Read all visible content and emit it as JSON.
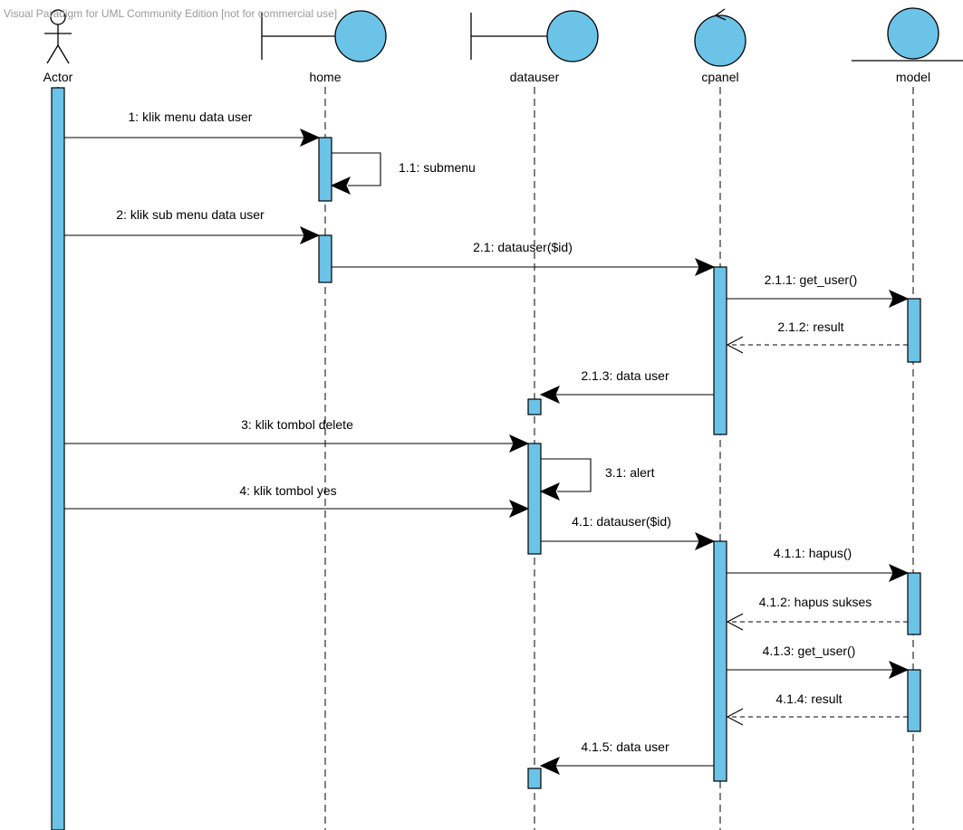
{
  "watermark": "Visual Paradigm for UML Community Edition [not for commercial use]",
  "colors": {
    "activation": "#6cc3e8",
    "line": "#000000",
    "watermark": "#9a9a9a"
  },
  "lifelines": [
    {
      "id": "actor",
      "label": "Actor",
      "kind": "actor"
    },
    {
      "id": "home",
      "label": "home",
      "kind": "boundary"
    },
    {
      "id": "datauser",
      "label": "datauser",
      "kind": "boundary"
    },
    {
      "id": "cpanel",
      "label": "cpanel",
      "kind": "control"
    },
    {
      "id": "model",
      "label": "model",
      "kind": "entity"
    }
  ],
  "messages": [
    {
      "label": "1: klik menu data user",
      "from": "actor",
      "to": "home",
      "type": "sync"
    },
    {
      "label": "1.1: submenu",
      "from": "home",
      "to": "home",
      "type": "self"
    },
    {
      "label": "2: klik sub menu data user",
      "from": "actor",
      "to": "home",
      "type": "sync"
    },
    {
      "label": "2.1: datauser($id)",
      "from": "home",
      "to": "cpanel",
      "type": "sync"
    },
    {
      "label": "2.1.1: get_user()",
      "from": "cpanel",
      "to": "model",
      "type": "sync"
    },
    {
      "label": "2.1.2: result",
      "from": "model",
      "to": "cpanel",
      "type": "return"
    },
    {
      "label": "2.1.3: data user",
      "from": "cpanel",
      "to": "datauser",
      "type": "sync"
    },
    {
      "label": "3: klik tombol delete",
      "from": "actor",
      "to": "datauser",
      "type": "sync"
    },
    {
      "label": "3.1: alert",
      "from": "datauser",
      "to": "datauser",
      "type": "self"
    },
    {
      "label": "4: klik tombol yes",
      "from": "actor",
      "to": "datauser",
      "type": "sync"
    },
    {
      "label": "4.1: datauser($id)",
      "from": "datauser",
      "to": "cpanel",
      "type": "sync"
    },
    {
      "label": "4.1.1: hapus()",
      "from": "cpanel",
      "to": "model",
      "type": "sync"
    },
    {
      "label": "4.1.2: hapus sukses",
      "from": "model",
      "to": "cpanel",
      "type": "return"
    },
    {
      "label": "4.1.3: get_user()",
      "from": "cpanel",
      "to": "model",
      "type": "sync"
    },
    {
      "label": "4.1.4: result",
      "from": "model",
      "to": "cpanel",
      "type": "return"
    },
    {
      "label": "4.1.5: data user",
      "from": "cpanel",
      "to": "datauser",
      "type": "sync"
    }
  ]
}
